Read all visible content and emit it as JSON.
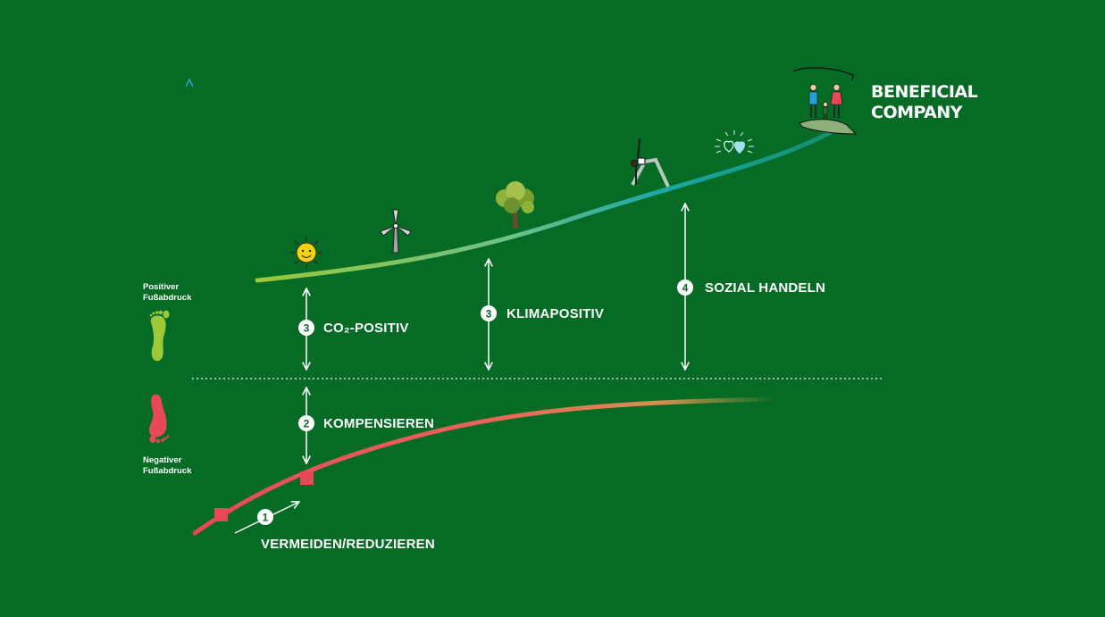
{
  "axis": {
    "positive_label_line1": "Positiver",
    "positive_label_line2": "Fußabdruck",
    "negative_label_line1": "Negativer",
    "negative_label_line2": "Fußabdruck"
  },
  "steps": [
    {
      "number": "1",
      "label": "VERMEIDEN/REDUZIEREN"
    },
    {
      "number": "2",
      "label": "KOMPENSIEREN"
    },
    {
      "number": "3",
      "label": "CO₂-POSITIV"
    },
    {
      "number": "3",
      "label": "KLIMAPOSITIV"
    },
    {
      "number": "4",
      "label": "SOZIAL HANDELN"
    }
  ],
  "goal": {
    "line1": "BENEFICIAL",
    "line2": "COMPANY"
  },
  "icons": [
    "sun-icon",
    "wind-turbine-icon",
    "tree-icon",
    "yoga-person-icon",
    "hearts-icon",
    "family-in-hands-icon",
    "green-footprint-icon",
    "red-footprint-icon"
  ],
  "colors": {
    "background": "#066b25",
    "negative": "#e8485a",
    "positive_start": "#9cc83a",
    "positive_end": "#1aa8a0",
    "axis_top": "#2a9fd6"
  }
}
